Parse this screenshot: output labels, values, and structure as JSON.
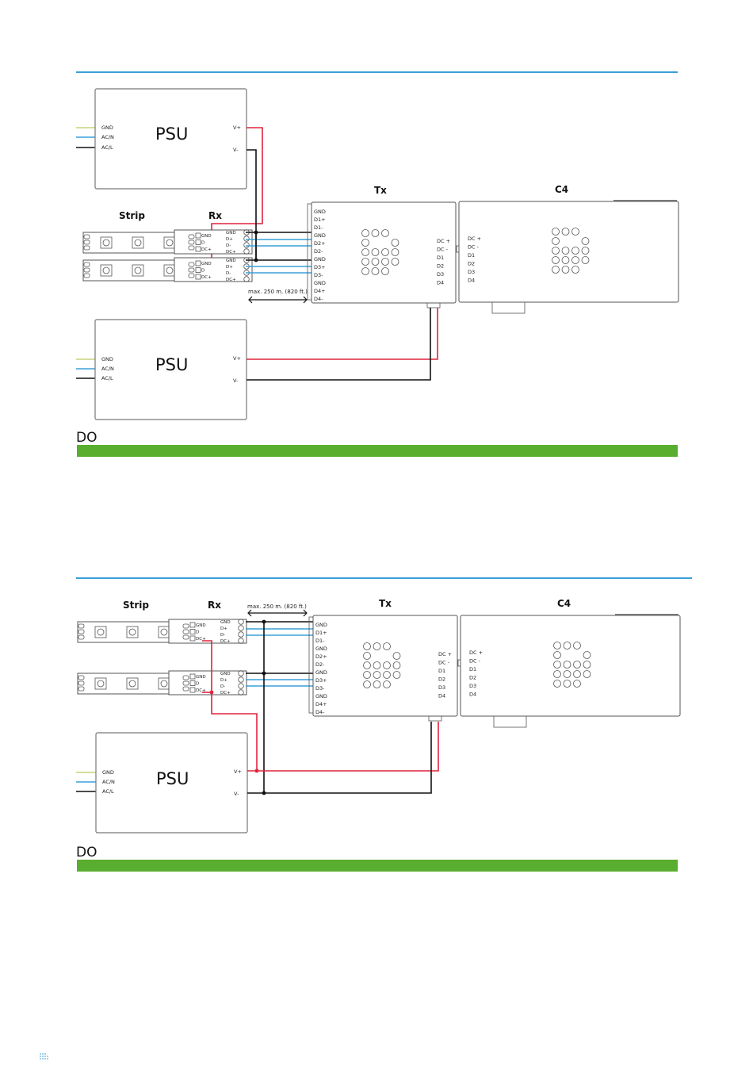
{
  "colors": {
    "rule": "#3aa0d8",
    "do_bar": "#5aae2f",
    "wire_red": "#e0243c",
    "wire_blue": "#3aa0d8",
    "wire_black": "#111111",
    "wire_ground": "#c8d27a"
  },
  "diagrams": [
    {
      "id": "diagram-1",
      "label": "DO",
      "psu_top": {
        "title": "PSU",
        "inputs": [
          "GND",
          "AC/N",
          "AC/L"
        ],
        "outputs": [
          "V+",
          "V-"
        ]
      },
      "psu_bottom": {
        "title": "PSU",
        "inputs": [
          "GND",
          "AC/N",
          "AC/L"
        ],
        "outputs": [
          "V+",
          "V-"
        ]
      },
      "strip_title": "Strip",
      "rx_title": "Rx",
      "tx_title": "Tx",
      "c4_title": "C4",
      "distance": "max. 250 m. (820 ft.)"
    },
    {
      "id": "diagram-2",
      "label": "DO",
      "psu": {
        "title": "PSU",
        "inputs": [
          "GND",
          "AC/N",
          "AC/L"
        ],
        "outputs": [
          "V+",
          "V-"
        ]
      },
      "strip_title": "Strip",
      "rx_title": "Rx",
      "tx_title": "Tx",
      "c4_title": "C4",
      "distance": "max. 250 m. (820 ft.)"
    }
  ],
  "strip_pins": [
    "GND",
    "D",
    "DC+"
  ],
  "rx_pins": [
    "GND",
    "D+",
    "D-",
    "DC+"
  ],
  "tx_pins_left": [
    "GND",
    "D1+",
    "D1-",
    "GND",
    "D2+",
    "D2-",
    "GND",
    "D3+",
    "D3-",
    "GND",
    "D4+",
    "D4-"
  ],
  "tx_pins_right": [
    "DC +",
    "DC -",
    "D1",
    "D2",
    "D3",
    "D4"
  ],
  "c4_pins": [
    "DC +",
    "DC -",
    "D1",
    "D2",
    "D3",
    "D4"
  ]
}
